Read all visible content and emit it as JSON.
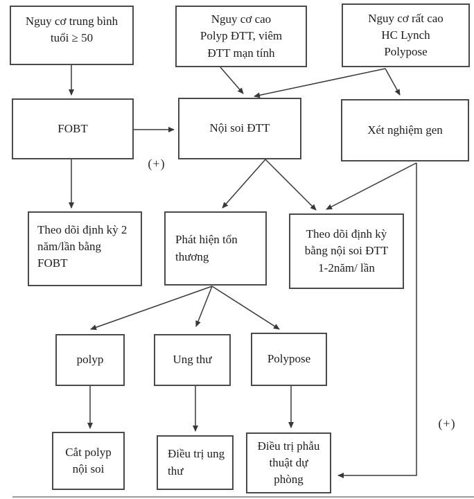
{
  "diagram": {
    "nodes": {
      "risk_average": "Nguy cơ trung bình\ntuổi ≥ 50",
      "risk_high": "Nguy cơ cao\nPolyp ĐTT, viêm\nĐTT mạn tính",
      "risk_very_high": "Nguy cơ rất cao\nHC Lynch\nPolypose",
      "fobt": "FOBT",
      "colonoscopy": "Nội soi ĐTT",
      "gene_test": "Xét nghiệm gen",
      "followup_fobt": "Theo dõi định kỳ 2\nnăm/lần bằng\nFOBT",
      "lesion_detected": "Phát hiện tổn\nthương",
      "followup_colonoscopy": "Theo dõi định kỳ\nbằng nội soi ĐTT\n1-2năm/ lần",
      "polyp": "polyp",
      "cancer": "Ung thư",
      "polypose": "Polypose",
      "polypectomy": "Cắt polyp\nnội soi",
      "cancer_treatment": "Điều trị ung\nthư",
      "prophylactic_surgery": "Điều trị phẫu\nthuật dự\nphòng"
    },
    "annotations": {
      "fobt_positive": "(+)",
      "gene_positive": "(+)"
    },
    "colors": {
      "box_border": "#4a4a4a",
      "arrow": "#383838",
      "text": "#1c1c1c",
      "background": "#ffffff"
    }
  }
}
